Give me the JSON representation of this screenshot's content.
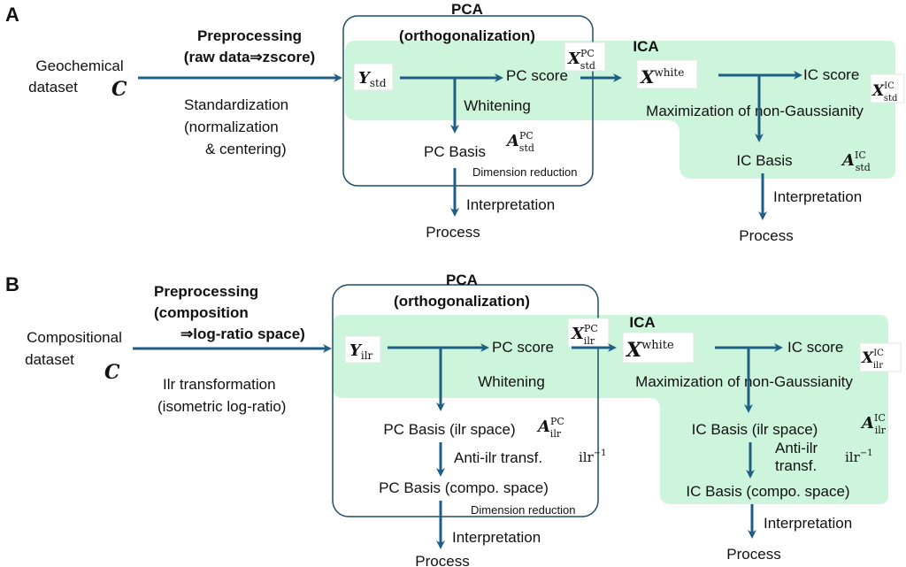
{
  "colors": {
    "arrow": "#1f5f86",
    "ica_fill": "#ccf5dc",
    "box_stroke": "#1f4d66"
  },
  "panel_a": {
    "label": "A",
    "input_label_1": "Geochemical",
    "input_label_2": "dataset",
    "input_symbol": "C",
    "preprocess_1": "Preprocessing",
    "preprocess_2": "(raw data⇒zscore)",
    "method_1": "Standardization",
    "method_2": "(normalization",
    "method_3": "& centering)",
    "pca_title_1": "PCA",
    "pca_title_2": "(orthogonalization)",
    "ica_title": "ICA",
    "y_base": "Y",
    "y_sub": "std",
    "pc_score": "PC score",
    "x_pc_base": "X",
    "x_pc_sup": "PC",
    "x_pc_sub": "std",
    "x_white_base": "X",
    "x_white_sup": "white",
    "ic_score": "IC score",
    "x_ic_base": "X",
    "x_ic_sup": "IC",
    "x_ic_sub": "std",
    "whitening": "Whitening",
    "maximization": "Maximization of non-Gaussianity",
    "pc_basis": "PC Basis",
    "a_pc_base": "A",
    "a_pc_sup": "PC",
    "a_pc_sub": "std",
    "dimension_reduction": "Dimension reduction",
    "ic_basis": "IC Basis",
    "a_ic_base": "A",
    "a_ic_sup": "IC",
    "a_ic_sub": "std",
    "interpretation_left": "Interpretation",
    "process_left": "Process",
    "interpretation_right": "Interpretation",
    "process_right": "Process"
  },
  "panel_b": {
    "label": "B",
    "input_label_1": "Compositional",
    "input_label_2": "dataset",
    "input_symbol": "C",
    "preprocess_1": "Preprocessing",
    "preprocess_2": "(composition",
    "preprocess_3": "⇒log-ratio space)",
    "method_1": "Ilr transformation",
    "method_2": "(isometric log-ratio)",
    "pca_title_1": "PCA",
    "pca_title_2": "(orthogonalization)",
    "ica_title": "ICA",
    "y_base": "Y",
    "y_sub": "ilr",
    "pc_score": "PC score",
    "x_pc_base": "X",
    "x_pc_sup": "PC",
    "x_pc_sub": "ilr",
    "x_white_base": "X",
    "x_white_sup": "white",
    "ic_score": "IC score",
    "x_ic_base": "X",
    "x_ic_sup": "IC",
    "x_ic_sub": "ilr",
    "whitening": "Whitening",
    "maximization": "Maximization of non-Gaussianity",
    "pc_basis_ilr": "PC Basis (ilr space)",
    "a_pc_base": "A",
    "a_pc_sup": "PC",
    "a_pc_sub": "ilr",
    "anti_ilr_left": "Anti-ilr transf.",
    "ilr_inv_left_base": "ilr",
    "ilr_inv_left_sup": "−1",
    "pc_basis_compo": "PC Basis (compo. space)",
    "dimension_reduction": "Dimension reduction",
    "ic_basis_ilr": "IC Basis (ilr space)",
    "a_ic_base": "A",
    "a_ic_sup": "IC",
    "a_ic_sub": "ilr",
    "anti_ilr_right_1": "Anti-ilr",
    "anti_ilr_right_2": "transf.",
    "ilr_inv_right_base": "ilr",
    "ilr_inv_right_sup": "−1",
    "ic_basis_compo": "IC Basis (compo. space)",
    "interpretation_left": "Interpretation",
    "process_left": "Process",
    "interpretation_right": "Interpretation",
    "process_right": "Process"
  }
}
